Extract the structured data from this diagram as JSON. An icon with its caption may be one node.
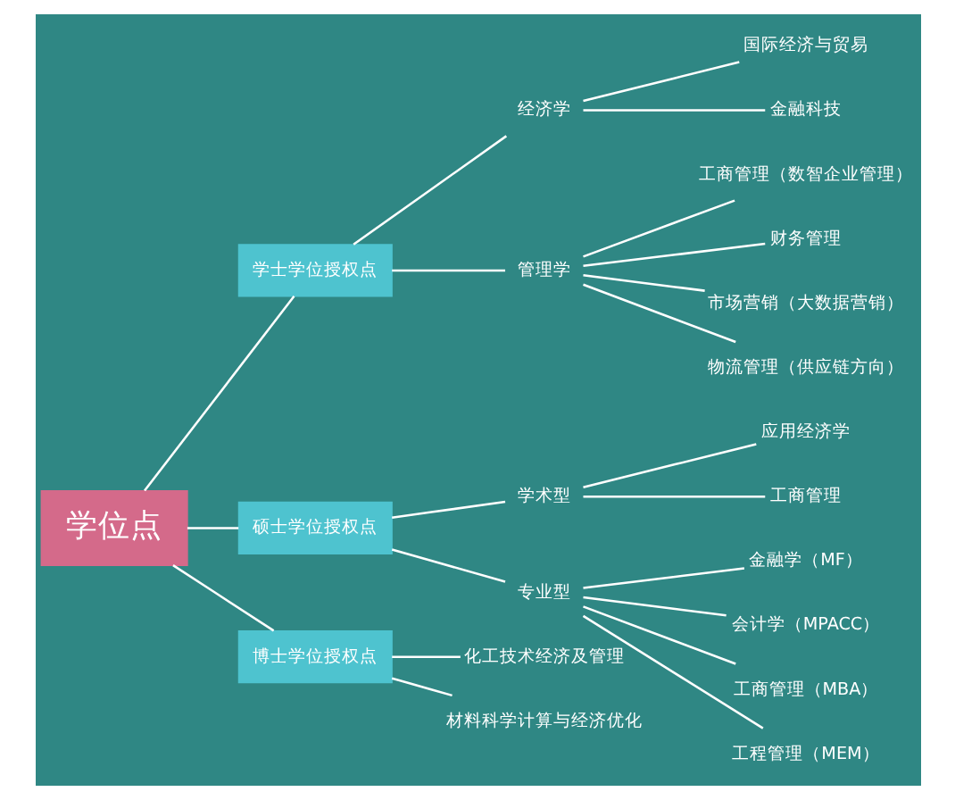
{
  "diagram": {
    "nodes": [
      {
        "text": [
          "学位点"
        ]
      },
      {
        "text": [
          "学士学位授权点"
        ]
      },
      {
        "text": [
          "经济学"
        ]
      },
      {
        "text": [
          "国际经济与贸易"
        ]
      },
      {
        "text": [
          "金融科技"
        ]
      },
      {
        "text": [
          "管理学"
        ]
      },
      {
        "text": [
          "工商管理（数智企业管理）"
        ]
      },
      {
        "text": [
          "财务管理"
        ]
      },
      {
        "text": [
          "市场营销（大数据营销）"
        ]
      },
      {
        "text": [
          "物流管理（供应链方向）"
        ]
      },
      {
        "text": [
          "硕士学位授权点"
        ]
      },
      {
        "text": [
          "学术型"
        ]
      },
      {
        "text": [
          "应用经济学"
        ]
      },
      {
        "text": [
          "工商管理"
        ]
      },
      {
        "text": [
          "专业型"
        ]
      },
      {
        "text": [
          "金融学（MF）"
        ]
      },
      {
        "text": [
          "会计学（MPACC）"
        ]
      },
      {
        "text": [
          "工商管理（MBA）"
        ]
      },
      {
        "text": [
          "工程管理（MEM）"
        ]
      },
      {
        "text": [
          "博士学位授权点"
        ]
      },
      {
        "text": [
          "化工技术经济及管理"
        ]
      },
      {
        "text": [
          "材料科学计算与经济优化"
        ]
      }
    ],
    "edges": [
      {
        "from": 0,
        "to": 1,
        "arrow": "none"
      },
      {
        "from": 1,
        "to": 2,
        "arrow": "none"
      },
      {
        "from": 2,
        "to": 3,
        "arrow": "none"
      },
      {
        "from": 2,
        "to": 4,
        "arrow": "none"
      },
      {
        "from": 1,
        "to": 5,
        "arrow": "none"
      },
      {
        "from": 5,
        "to": 6,
        "arrow": "none"
      },
      {
        "from": 5,
        "to": 7,
        "arrow": "none"
      },
      {
        "from": 5,
        "to": 8,
        "arrow": "none"
      },
      {
        "from": 5,
        "to": 9,
        "arrow": "none"
      },
      {
        "from": 0,
        "to": 10,
        "arrow": "none"
      },
      {
        "from": 10,
        "to": 11,
        "arrow": "none"
      },
      {
        "from": 11,
        "to": 12,
        "arrow": "none"
      },
      {
        "from": 11,
        "to": 13,
        "arrow": "none"
      },
      {
        "from": 10,
        "to": 14,
        "arrow": "none"
      },
      {
        "from": 14,
        "to": 15,
        "arrow": "none"
      },
      {
        "from": 14,
        "to": 16,
        "arrow": "none"
      },
      {
        "from": 14,
        "to": 17,
        "arrow": "none"
      },
      {
        "from": 14,
        "to": 18,
        "arrow": "none"
      },
      {
        "from": 0,
        "to": 19,
        "arrow": "none"
      },
      {
        "from": 19,
        "to": 20,
        "arrow": "none"
      },
      {
        "from": 19,
        "to": 21,
        "arrow": "none"
      }
    ]
  }
}
